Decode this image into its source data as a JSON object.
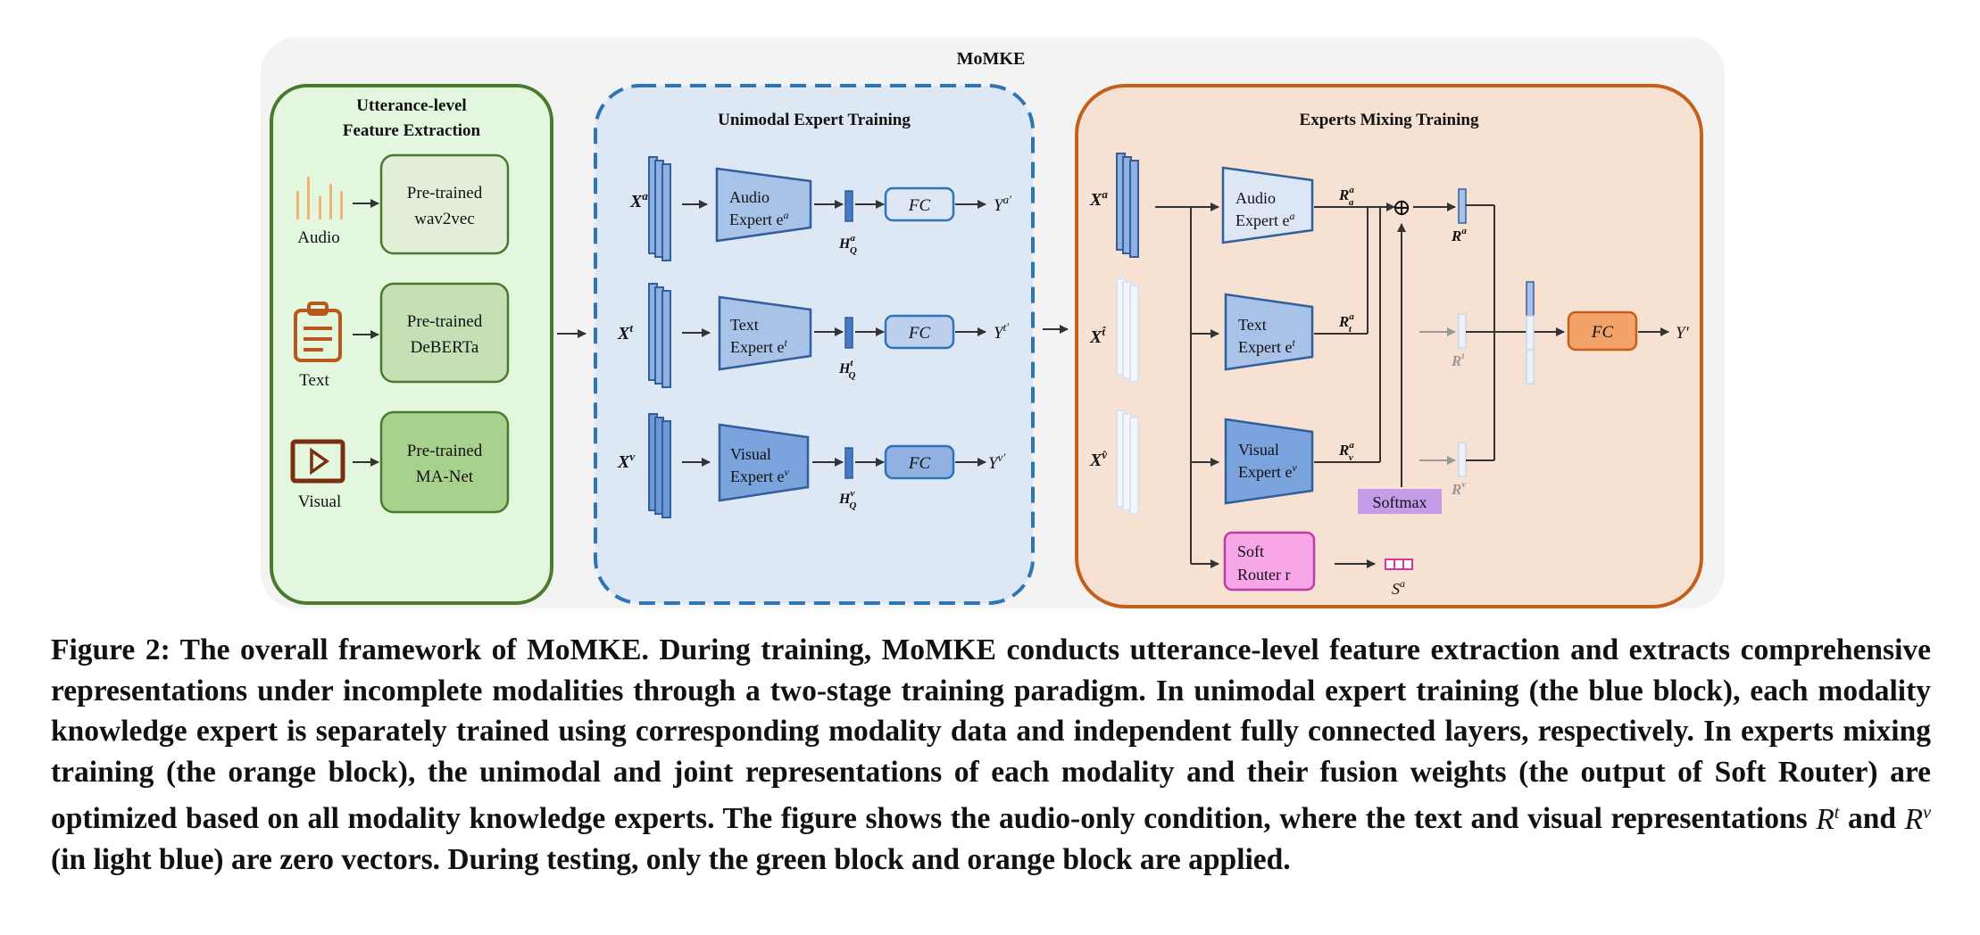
{
  "title": "MoMKE",
  "feature_block": {
    "title_line1": "Utterance-level",
    "title_line2": "Feature Extraction",
    "rows": [
      {
        "icon": "audio-waveform-icon",
        "modality": "Audio",
        "model_line1": "Pre-trained",
        "model_line2": "wav2vec"
      },
      {
        "icon": "text-clipboard-icon",
        "modality": "Text",
        "model_line1": "Pre-trained",
        "model_line2": "DeBERTa"
      },
      {
        "icon": "video-play-icon",
        "modality": "Visual",
        "model_line1": "Pre-trained",
        "model_line2": "MA-Net"
      }
    ]
  },
  "unimodal_block": {
    "title": "Unimodal Expert Training",
    "rows": [
      {
        "input": "X",
        "sup": "a",
        "expert_line1": "Audio",
        "expert_line2": "Expert e",
        "expert_sup": "a",
        "h": "H",
        "h_sup": "a",
        "h_sub": "Q",
        "fc": "FC",
        "output": "Y",
        "output_sup": "a′"
      },
      {
        "input": "X",
        "sup": "t",
        "expert_line1": "Text",
        "expert_line2": "Expert e",
        "expert_sup": "t",
        "h": "H",
        "h_sup": "t",
        "h_sub": "Q",
        "fc": "FC",
        "output": "Y",
        "output_sup": "t′"
      },
      {
        "input": "X",
        "sup": "v",
        "expert_line1": "Visual",
        "expert_line2": "Expert e",
        "expert_sup": "v",
        "h": "H",
        "h_sup": "v",
        "h_sub": "Q",
        "fc": "FC",
        "output": "Y",
        "output_sup": "v′"
      }
    ]
  },
  "mixing_block": {
    "title": "Experts Mixing Training",
    "inputs": [
      {
        "label": "X",
        "sup": "a"
      },
      {
        "label": "X",
        "sup": "t̂"
      },
      {
        "label": "X",
        "sup": "v̂"
      }
    ],
    "experts": [
      {
        "line1": "Audio",
        "line2": "Expert e",
        "sup": "a",
        "r": "R",
        "r_sup": "a",
        "r_sub": "a"
      },
      {
        "line1": "Text",
        "line2": "Expert e",
        "sup": "t",
        "r": "R",
        "r_sup": "a",
        "r_sub": "t"
      },
      {
        "line1": "Visual",
        "line2": "Expert e",
        "sup": "v",
        "r": "R",
        "r_sup": "a",
        "r_sub": "v"
      }
    ],
    "fused": [
      {
        "label": "R",
        "sup": "a"
      },
      {
        "label": "R",
        "sup": "t"
      },
      {
        "label": "R",
        "sup": "v"
      }
    ],
    "oplus": "⊕",
    "softmax": "Softmax",
    "router_line1": "Soft",
    "router_line2": "Router r",
    "s_label": "S",
    "s_sup": "a",
    "fc": "FC",
    "output": "Y′"
  },
  "caption": {
    "part1": "Figure 2: The overall framework of MoMKE. During training, MoMKE conducts utterance-level feature extraction and extracts comprehensive representations under incomplete modalities through a two-stage training paradigm. In unimodal expert training (the blue block), each modality knowledge expert is separately trained using corresponding modality data and independent fully connected layers, respectively. In experts mixing training (the orange block), the unimodal and joint representations of each modality and their fusion weights (the output of Soft Router) are optimized based on all modality knowledge experts. The figure shows the audio-only condition, where the text and visual representations",
    "rt_base": "R",
    "rt_sup": "t",
    "and": "and",
    "rv_base": "R",
    "rv_sup": "v",
    "part2": "(in light blue) are zero vectors. During testing, only the green block and orange block are applied."
  },
  "colors": {
    "green_border": "#4a7a2e",
    "green_fill": "#e3f7df",
    "blue_border": "#2f74b5",
    "blue_fill": "#dde8f4",
    "orange_border": "#c5601c",
    "orange_fill": "#f7e1d3",
    "expert_fill": "#a9c3e8",
    "expert_border": "#2f5f9d",
    "fc_fill": "#f3a369",
    "softmax_fill": "#c59ce8",
    "router_fill": "#f7a7e8",
    "icon_orange": "#b8571e"
  }
}
